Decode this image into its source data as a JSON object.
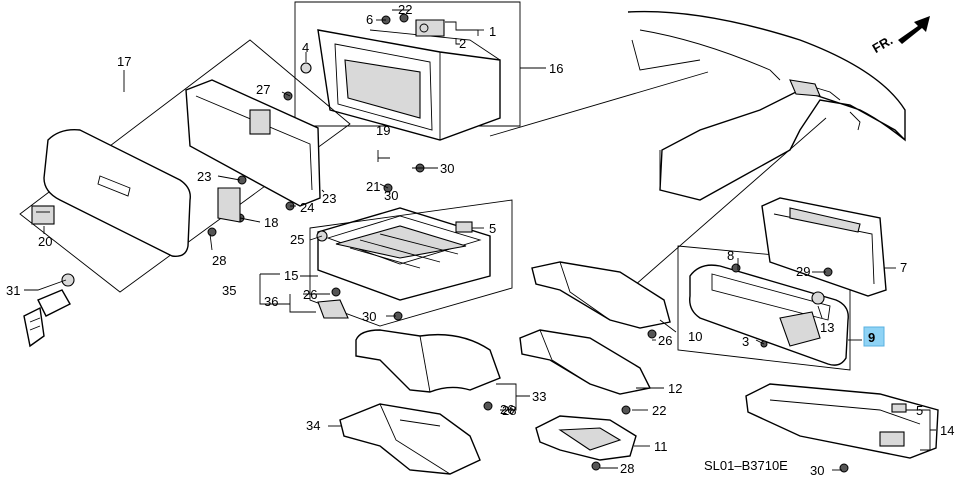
{
  "diagram_code": "SL01–B3710E",
  "direction_label": "FR.",
  "highlighted_callout": "9",
  "callouts": {
    "c1": "1",
    "c2": "2",
    "c3": "3",
    "c4": "4",
    "c5a": "5",
    "c5b": "5",
    "c6": "6",
    "c7": "7",
    "c8": "8",
    "c9": "9",
    "c10": "10",
    "c11": "11",
    "c12": "12",
    "c13": "13",
    "c14": "14",
    "c15": "15",
    "c16": "16",
    "c17": "17",
    "c18": "18",
    "c19": "19",
    "c20": "20",
    "c21": "21",
    "c22a": "22",
    "c22b": "22",
    "c23a": "23",
    "c23b": "23",
    "c24": "24",
    "c25": "25",
    "c26a": "26",
    "c26b": "26",
    "c26c": "26",
    "c27": "27",
    "c28a": "28",
    "c28b": "28",
    "c28c": "28",
    "c29": "29",
    "c30a": "30",
    "c30b": "30",
    "c30c": "30",
    "c30d": "30",
    "c31": "31",
    "c33": "33",
    "c34": "34",
    "c35": "35",
    "c36": "36"
  }
}
